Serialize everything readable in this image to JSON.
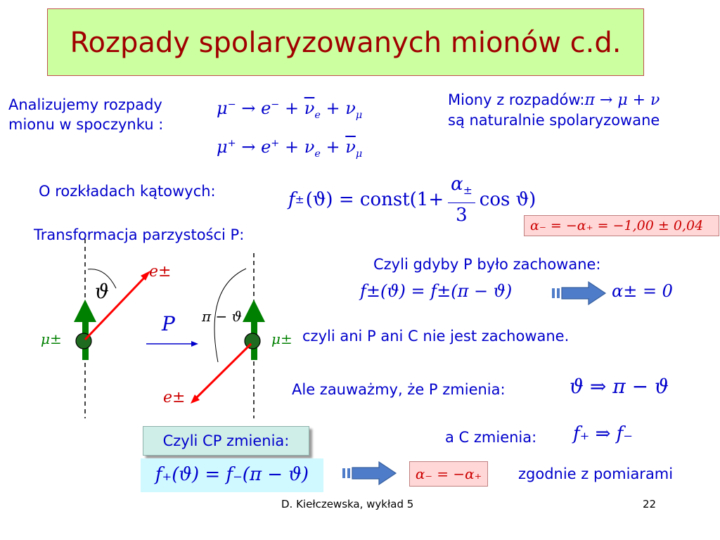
{
  "title": "Rozpady spolaryzowanych mionów c.d.",
  "intro": {
    "line1": "Analizujemy rozpady",
    "line2": "mionu w spoczynku :"
  },
  "decay1": {
    "lhs": "μ",
    "lhs_sup": "−",
    "arrow": "→",
    "e": "e",
    "e_sup": "−",
    "plus1": "+",
    "nu1": "ν",
    "nu1_sub": "e",
    "plus2": "+",
    "nu2": "ν",
    "nu2_sub": "μ"
  },
  "decay2": {
    "lhs": "μ",
    "lhs_sup": "+",
    "arrow": "→",
    "e": "e",
    "e_sup": "+",
    "plus1": "+",
    "nu1": "ν",
    "nu1_sub": "e",
    "plus2": "+",
    "nu2": "ν",
    "nu2_sub": "μ"
  },
  "pion": {
    "line1": "Miony z rozpadów:",
    "formula": "π → μ + ν",
    "line2": "są naturalnie spolaryzowane"
  },
  "angular": {
    "label": "O rozkładach kątowych:",
    "lhs": "f",
    "lhs_sub": "±",
    "arg": "(ϑ) = const(1+",
    "numer": "α",
    "numer_sub": "±",
    "denom": "3",
    "tail": "cos ϑ)"
  },
  "alpha_result": "α₋ = −α₊ = −1,00 ± 0,04",
  "parity": {
    "label": "Transformacja parzystości P:",
    "theta": "ϑ",
    "pi_minus_theta": "π − ϑ",
    "p_label": "P",
    "muon_left": "μ±",
    "muon_right": "μ±",
    "e_top": "e±",
    "e_bottom": "e±"
  },
  "if_conserved": {
    "label": "Czyli gdyby P było zachowane:",
    "formula": "f±(ϑ) = f±(π − ϑ)",
    "result": "α± = 0"
  },
  "neither": "czyli ani P ani C nie jest zachowane.",
  "notice": {
    "label": "Ale zauważmy, że P zmienia:",
    "formula": "ϑ ⇒ π − ϑ"
  },
  "c_changes": {
    "label": "a C zmienia:",
    "formula": "f₊ ⇒ f₋"
  },
  "cp": {
    "label": "Czyli CP zmienia:",
    "formula": "f₊(ϑ) = f₋(π − ϑ)",
    "result": "α₋ = −α₊",
    "agreement": "zgodnie z pomiarami"
  },
  "footer": {
    "author": "D. Kiełczewska, wykład 5",
    "page": "22"
  }
}
